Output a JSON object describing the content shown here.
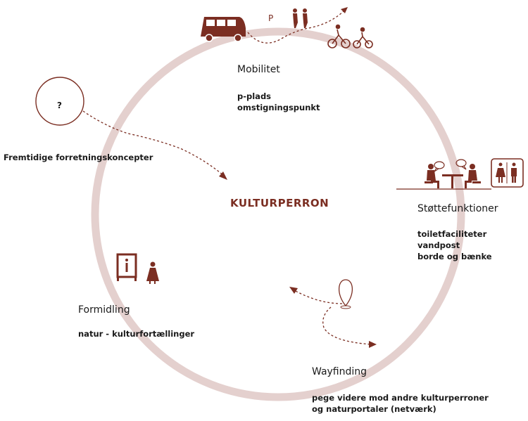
{
  "center": {
    "label": "KULTURPERRON"
  },
  "sections": {
    "mobilitet": {
      "title": "Mobilitet",
      "items": [
        "p-plads",
        "omstigningspunkt"
      ],
      "parking_sign": "P"
    },
    "stottefunktioner": {
      "title": "Støttefunktioner",
      "items": [
        "toiletfaciliteter",
        "vandpost",
        "borde og bænke"
      ]
    },
    "wayfinding": {
      "title": "Wayfinding",
      "items": [
        "pege videre mod andre kulturperroner",
        "og naturportaler (netværk)"
      ]
    },
    "formidling": {
      "title": "Formidling",
      "items": [
        "natur - kulturfortællinger"
      ]
    },
    "fremtidige": {
      "label": "Fremtidige forretningskoncepter",
      "bubble_text": "?"
    }
  },
  "colors": {
    "ring": "#e4d0ce",
    "accent": "#7b2e22",
    "text": "#1a1a1a"
  },
  "icons": [
    "van-icon",
    "walking-people-icon",
    "cyclists-icon",
    "cafe-table-icon",
    "toilet-sign-icon",
    "info-board-icon",
    "walking-woman-icon",
    "location-pin-icon"
  ]
}
